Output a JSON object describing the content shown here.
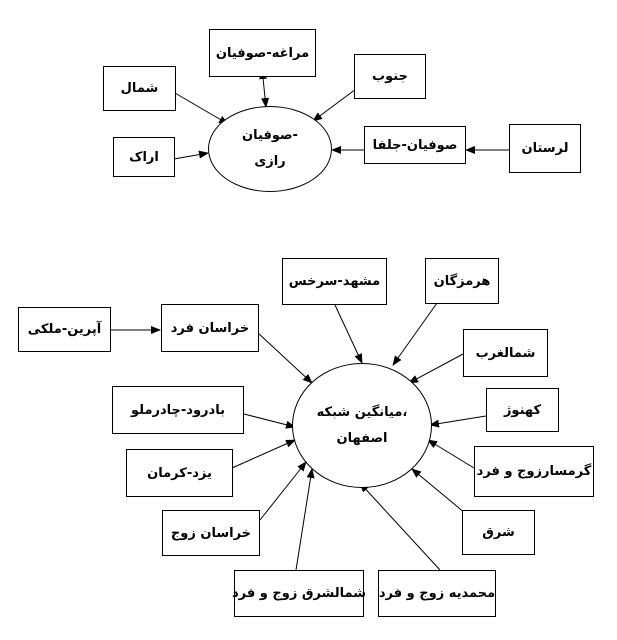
{
  "diagram_1": {
    "hub": {
      "line1": "صوفیان-",
      "line2": "رازی"
    },
    "boxes": {
      "maragheh": "مراغه-صوفیان",
      "shomal": "شمال",
      "jonoub": "جنوب",
      "arak": "اراک",
      "soufian_jolfa": "صوفیان-جلفا",
      "lorestan": "لرستان"
    }
  },
  "diagram_2": {
    "hub": {
      "line1": "میانگین شبکه،",
      "line2": "اصفهان"
    },
    "boxes": {
      "mashhad": "مشهد-سرخس",
      "hormozgan": "هرمزگان",
      "aprin": "آپرین-ملکی",
      "khorasan_fard": "خراسان فرد",
      "shomal_gharb": "شمالغرب",
      "badroud": "بادرود-چادرملو",
      "kahnouj": "کهنوژ",
      "yazd": "یزد-کرمان",
      "garmsar": "گرمسارزوج و فرد",
      "khorasan_zouj": "خراسان زوج",
      "shargh": "شرق",
      "shomal_shargh": "شمالشرق زوج و فرد",
      "mohammadieh": "محمدیه زوج و فرد"
    }
  }
}
